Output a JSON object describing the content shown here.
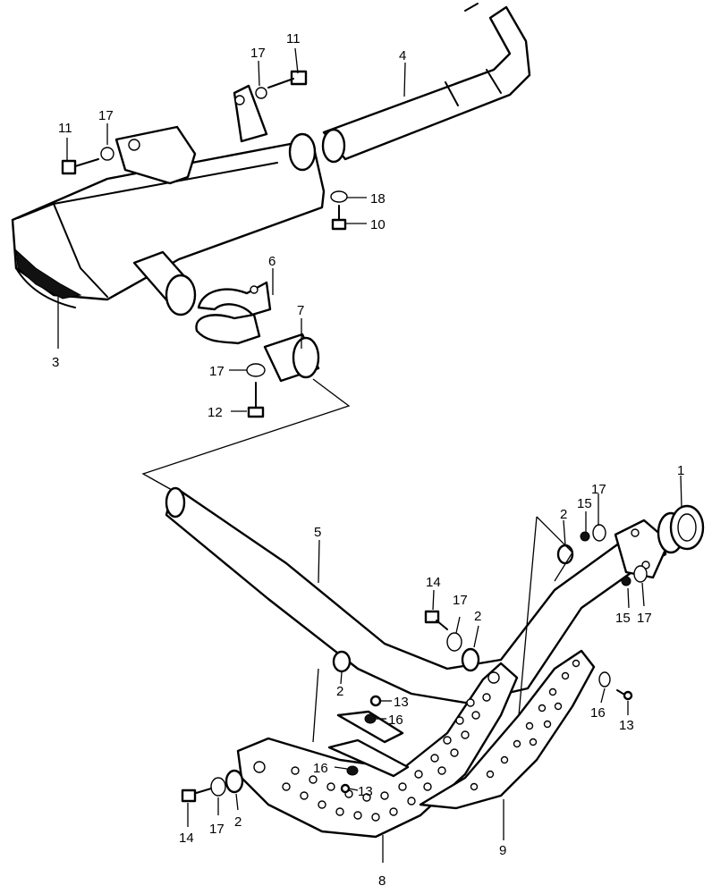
{
  "callouts": {
    "c1": "1",
    "c2a": "2",
    "c2b": "2",
    "c2c": "2",
    "c2d": "2",
    "c3": "3",
    "c4": "4",
    "c5": "5",
    "c6": "6",
    "c7": "7",
    "c8": "8",
    "c9": "9",
    "c10": "10",
    "c11a": "11",
    "c11b": "11",
    "c12": "12",
    "c13a": "13",
    "c13b": "13",
    "c13c": "13",
    "c14a": "14",
    "c14b": "14",
    "c15a": "15",
    "c15b": "15",
    "c16a": "16",
    "c16b": "16",
    "c16c": "16",
    "c17a": "17",
    "c17b": "17",
    "c17c": "17",
    "c17d": "17",
    "c17e": "17",
    "c17f": "17",
    "c18": "18"
  }
}
